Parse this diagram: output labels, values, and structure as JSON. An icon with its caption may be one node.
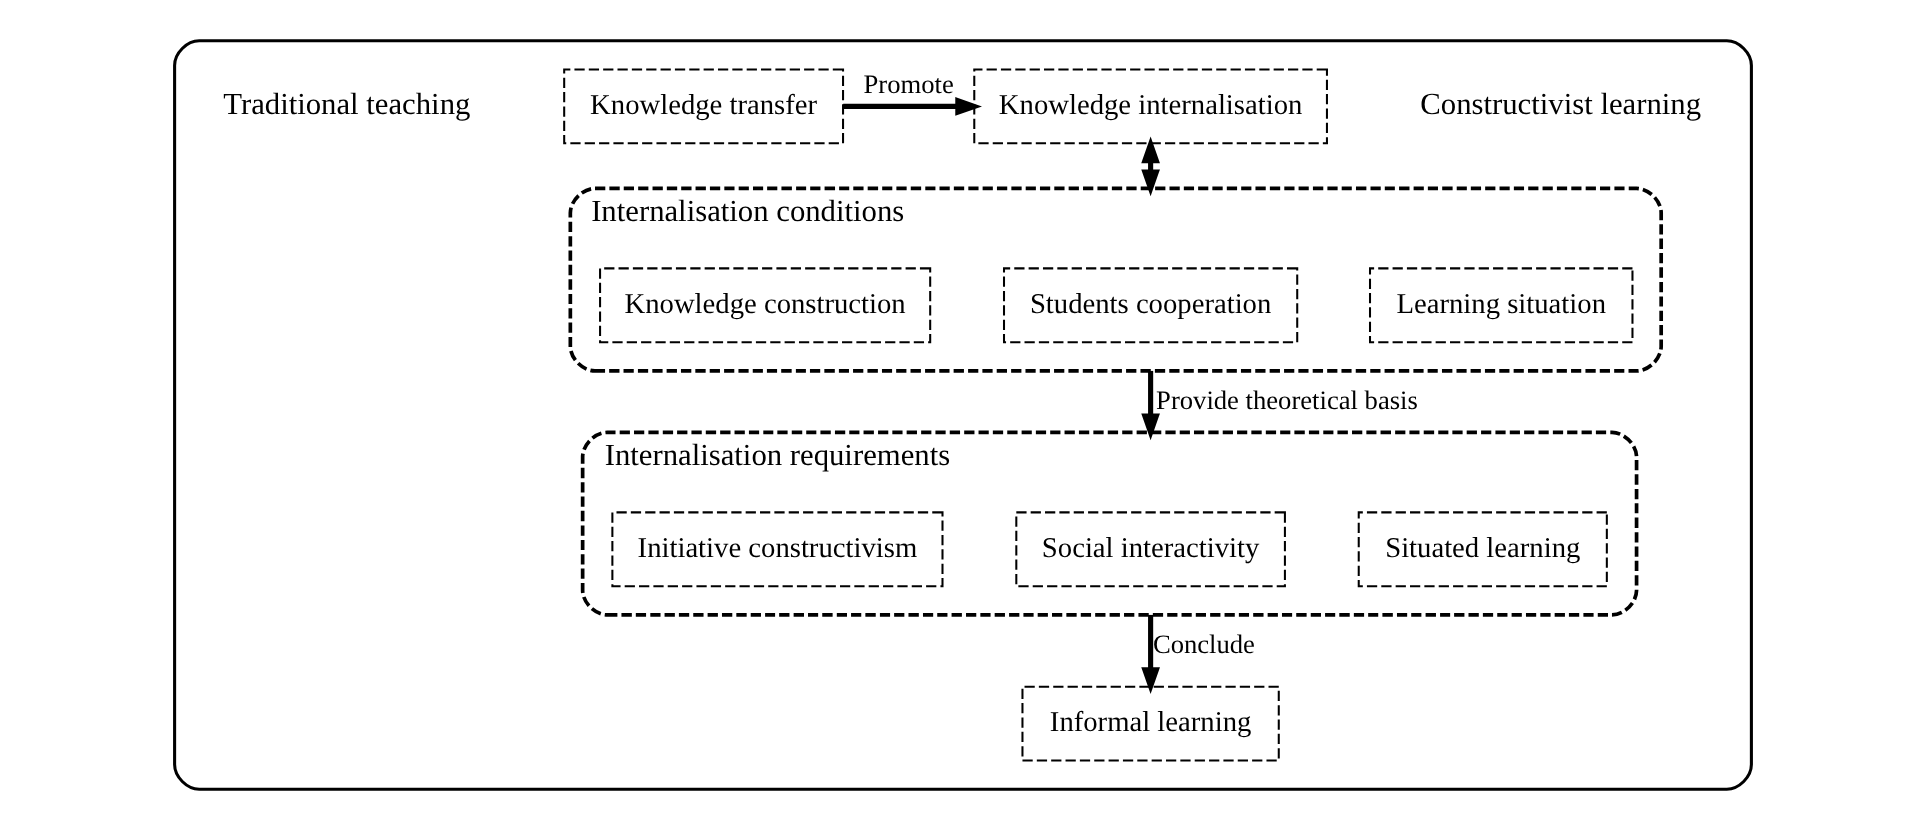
{
  "diagram": {
    "nodes": [
      {
        "text": [],
        "shape": "box"
      },
      {
        "text": [
          "Knowledge transfer"
        ],
        "in": 0
      },
      {
        "text": [
          "Knowledge internalisation"
        ],
        "in": 0
      },
      {
        "text": [
          "Internalisation conditions"
        ],
        "in": 0
      },
      {
        "text": [
          "Knowledge construction"
        ],
        "in": 3
      },
      {
        "text": [
          "Students cooperation"
        ],
        "in": 3
      },
      {
        "text": [
          "Learning situation"
        ],
        "in": 3
      },
      {
        "text": [
          "Internalisation requirements"
        ],
        "in": 0
      },
      {
        "text": [
          "Initiative constructivism"
        ],
        "in": 7
      },
      {
        "text": [
          "Social interactivity"
        ],
        "in": 7
      },
      {
        "text": [
          "Situated learning"
        ],
        "in": 7
      },
      {
        "text": [
          "Informal learning"
        ],
        "in": 0
      }
    ],
    "edges": [
      {
        "from": 1,
        "to": 2,
        "arrow": "to",
        "label": "Promote"
      },
      {
        "from": 2,
        "to": 3,
        "arrow": "both"
      },
      {
        "from": 3,
        "to": 7,
        "arrow": "to",
        "label": "Provide theoretical basis"
      },
      {
        "from": 7,
        "to": 11,
        "arrow": "to",
        "label": "Conclude"
      }
    ],
    "labels": [
      "Traditional teaching",
      "Constructivist learning"
    ]
  }
}
